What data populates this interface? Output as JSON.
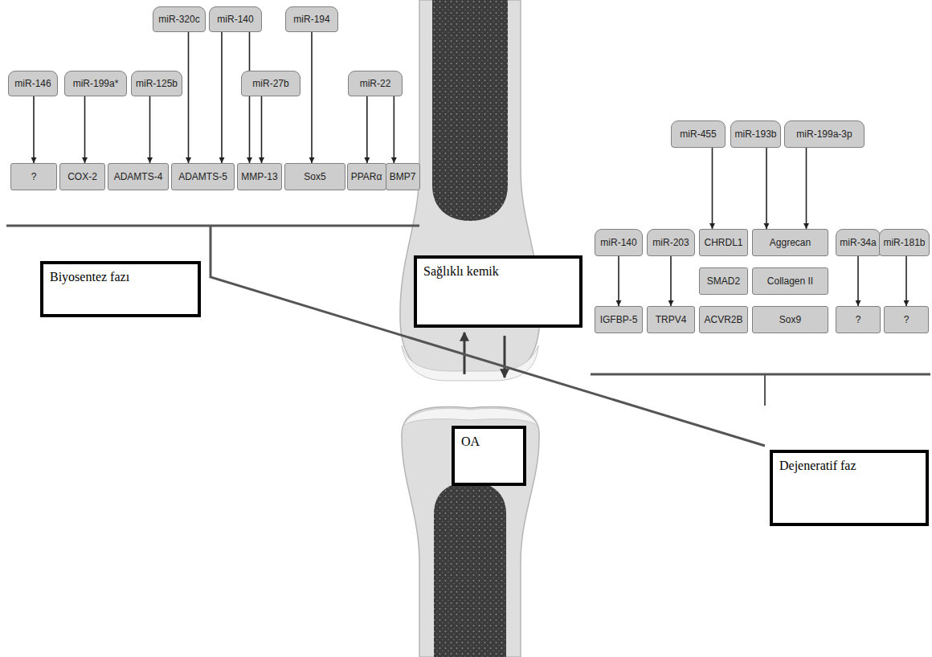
{
  "diagram": {
    "nodes": [
      {
        "text": [
          "miR-320c"
        ]
      },
      {
        "text": [
          "miR-140"
        ]
      },
      {
        "text": [
          "miR-194"
        ]
      },
      {
        "text": [
          "miR-146"
        ]
      },
      {
        "text": [
          "miR-199a*"
        ]
      },
      {
        "text": [
          "miR-125b"
        ]
      },
      {
        "text": [
          "miR-27b"
        ]
      },
      {
        "text": [
          "miR-22"
        ]
      },
      {
        "text": [
          "?"
        ]
      },
      {
        "text": [
          "COX-2"
        ]
      },
      {
        "text": [
          "ADAMTS-4"
        ]
      },
      {
        "text": [
          "ADAMTS-5"
        ]
      },
      {
        "text": [
          "MMP-13"
        ]
      },
      {
        "text": [
          "Sox5"
        ]
      },
      {
        "text": [
          "PPARα"
        ]
      },
      {
        "text": [
          "BMP7"
        ]
      },
      {
        "text": [
          "miR-455"
        ]
      },
      {
        "text": [
          "miR-193b"
        ]
      },
      {
        "text": [
          "miR-199a-3p"
        ]
      },
      {
        "text": [
          "miR-140"
        ]
      },
      {
        "text": [
          "miR-203"
        ]
      },
      {
        "text": [
          "CHRDL1"
        ]
      },
      {
        "text": [
          "Aggrecan"
        ]
      },
      {
        "text": [
          "miR-34a"
        ]
      },
      {
        "text": [
          "miR-181b"
        ]
      },
      {
        "text": [
          "SMAD2"
        ]
      },
      {
        "text": [
          "Collagen II"
        ]
      },
      {
        "text": [
          "IGFBP-5"
        ]
      },
      {
        "text": [
          "TRPV4"
        ]
      },
      {
        "text": [
          "ACVR2B"
        ]
      },
      {
        "text": [
          "Sox9"
        ]
      },
      {
        "text": [
          "?"
        ]
      },
      {
        "text": [
          "?"
        ]
      },
      {
        "text": [
          "Biyosentez fazı"
        ]
      },
      {
        "text": [
          "Sağlıklı kemik"
        ]
      },
      {
        "text": [
          "OA"
        ]
      },
      {
        "text": [
          "Dejeneratif faz"
        ]
      }
    ],
    "edges": [
      {
        "from": 0,
        "to": 11,
        "arrow": "to"
      },
      {
        "from": 1,
        "to": 11,
        "arrow": "to"
      },
      {
        "from": 1,
        "to": 12,
        "arrow": "to"
      },
      {
        "from": 2,
        "to": 13,
        "arrow": "to"
      },
      {
        "from": 3,
        "to": 8,
        "arrow": "to"
      },
      {
        "from": 4,
        "to": 9,
        "arrow": "to"
      },
      {
        "from": 5,
        "to": 10,
        "arrow": "to"
      },
      {
        "from": 6,
        "to": 12,
        "arrow": "to"
      },
      {
        "from": 7,
        "to": 14,
        "arrow": "to"
      },
      {
        "from": 7,
        "to": 15,
        "arrow": "to"
      },
      {
        "from": 16,
        "to": 21,
        "arrow": "to"
      },
      {
        "from": 17,
        "to": 22,
        "arrow": "to"
      },
      {
        "from": 18,
        "to": 22,
        "arrow": "to"
      },
      {
        "from": 19,
        "to": 27,
        "arrow": "to"
      },
      {
        "from": 20,
        "to": 28,
        "arrow": "to"
      },
      {
        "from": 23,
        "to": 31,
        "arrow": "to"
      },
      {
        "from": 24,
        "to": 32,
        "arrow": "to"
      }
    ]
  }
}
